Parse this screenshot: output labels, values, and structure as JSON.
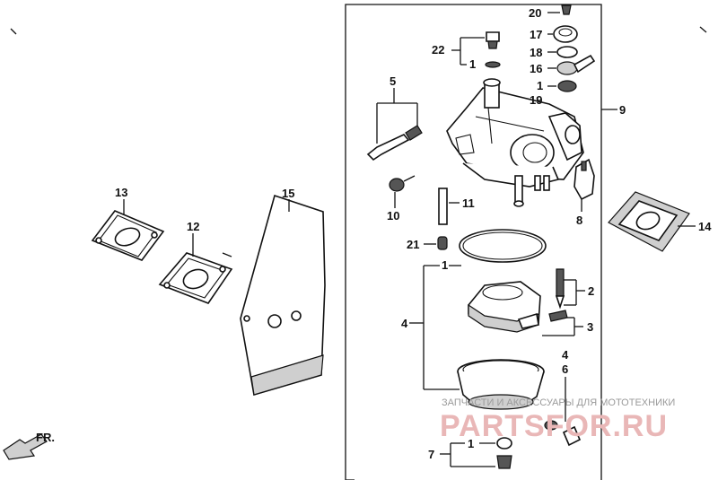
{
  "callouts": {
    "c20": "20",
    "c17": "17",
    "c18": "18",
    "c16": "16",
    "c1_top": "1",
    "c19": "19",
    "c9": "9",
    "c22": "22",
    "c1_22": "1",
    "c5": "5",
    "c10": "10",
    "c11": "11",
    "c21": "21",
    "c8": "8",
    "c13": "13",
    "c12": "12",
    "c15": "15",
    "c14": "14",
    "c1_float": "1",
    "c2": "2",
    "c4_left": "4",
    "c3": "3",
    "c4_right": "4",
    "c6": "6",
    "c1_bottom": "1",
    "c7": "7"
  },
  "watermark": {
    "caption": "ЗАПЧАСТИ И АКСЕССУАРЫ ДЛЯ МОТОТЕХНИКИ",
    "logo": "PARTSFOR.RU",
    "logo_color": "#e9b7b7"
  },
  "corner_marks": {
    "front_label": "FR."
  }
}
